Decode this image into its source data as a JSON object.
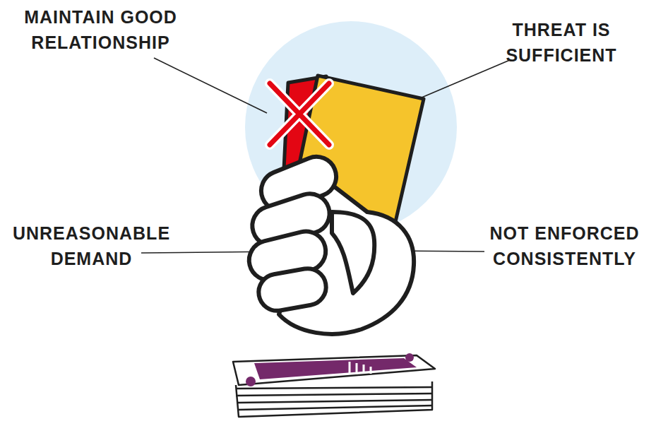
{
  "diagram": {
    "labels": [
      "MAINTAIN GOOD RELATIONSHIP",
      "THREAT IS SUFFICIENT",
      "UNREASONABLE DEMAND",
      "NOT ENFORCED CONSISTENTLY"
    ]
  }
}
